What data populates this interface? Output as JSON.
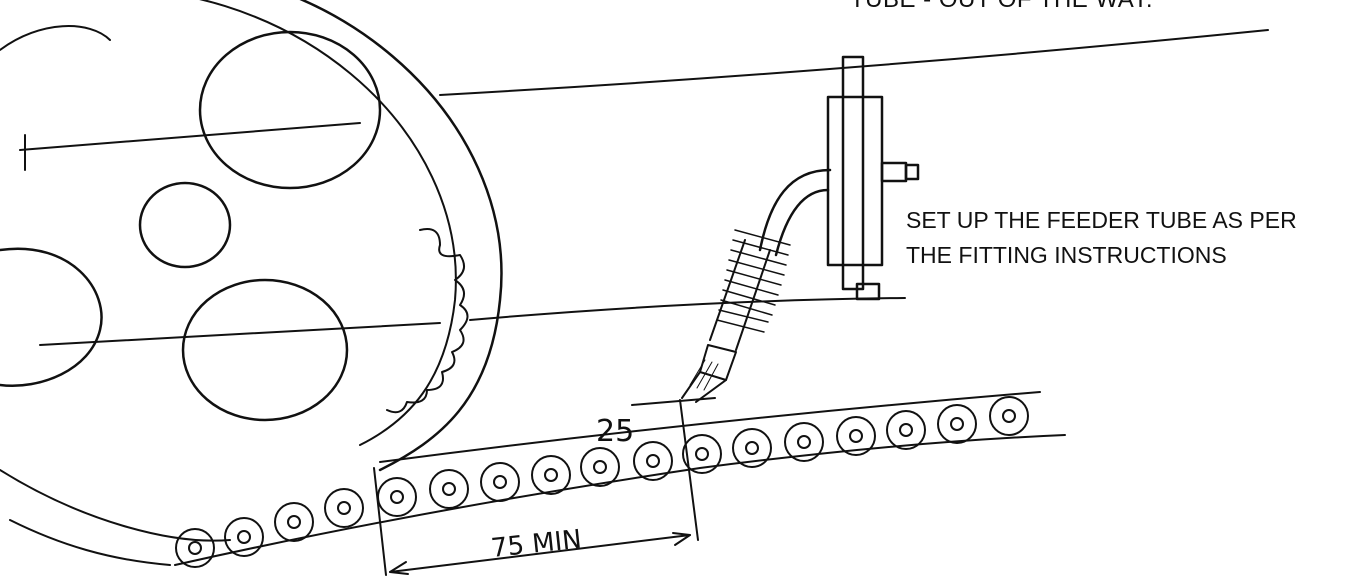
{
  "top_note": "TUBE - OUT OF THE WAY.",
  "instruction": {
    "line1": "SET UP THE FEEDER TUBE AS PER",
    "line2": "THE FITTING INSTRUCTIONS"
  },
  "dimensions": {
    "pitch_label": "25",
    "min_distance_label": "75 MIN"
  },
  "colors": {
    "ink": "#111111",
    "paper": "#ffffff",
    "faint": "#888888"
  }
}
